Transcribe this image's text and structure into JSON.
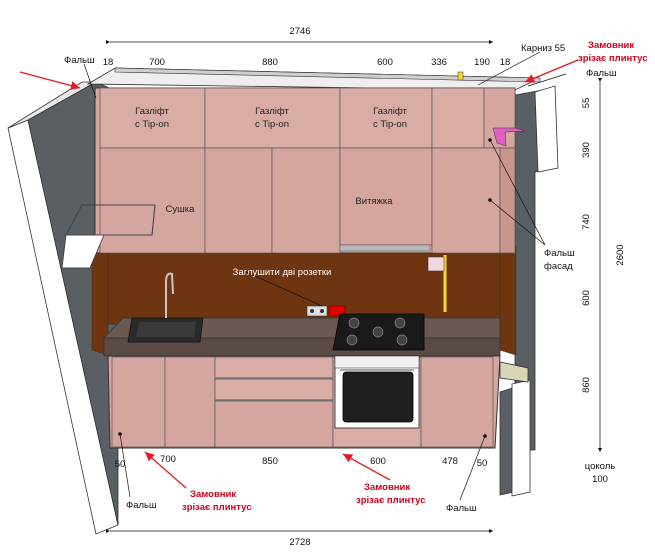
{
  "dimensions": {
    "total_width_top": "2746",
    "total_width_bottom": "2728",
    "upper": [
      "18",
      "700",
      "880",
      "600",
      "336",
      "190",
      "18"
    ],
    "lower": [
      "50",
      "700",
      "850",
      "600",
      "478",
      "50"
    ],
    "right_upper": [
      "55",
      "390",
      "740"
    ],
    "right_lower": [
      "600",
      "860"
    ],
    "total_height": "2600",
    "plinth": [
      "цоколь",
      "100"
    ]
  },
  "labels": {
    "false_top_left": "Фальш",
    "cornice": "Карниз 55",
    "client_top": [
      "Замовник",
      "зрізає плинтус"
    ],
    "false_top_right": "Фальш",
    "gaslift": [
      "Газліфт",
      "с Tip-on"
    ],
    "dryer": "Сушка",
    "hood": "Витяжка",
    "false_facade": [
      "Фальш",
      "фасад"
    ],
    "sockets_note": "Заглушити дві розетки",
    "false_bottom_left": "Фальш",
    "false_bottom_right": "Фальш",
    "client_bottom_left": [
      "Замовник",
      "зрізає плинтус"
    ],
    "client_bottom_right": [
      "Замовник",
      "зрізає плинтус"
    ]
  },
  "colors": {
    "facade": "#d5a6a0",
    "facade_dark": "#c8958f",
    "wall": "#585d62",
    "backsplash": "#6e3510",
    "countertop": "#5b4a45",
    "red": "#d0021b",
    "yellow": "#f2d633"
  }
}
